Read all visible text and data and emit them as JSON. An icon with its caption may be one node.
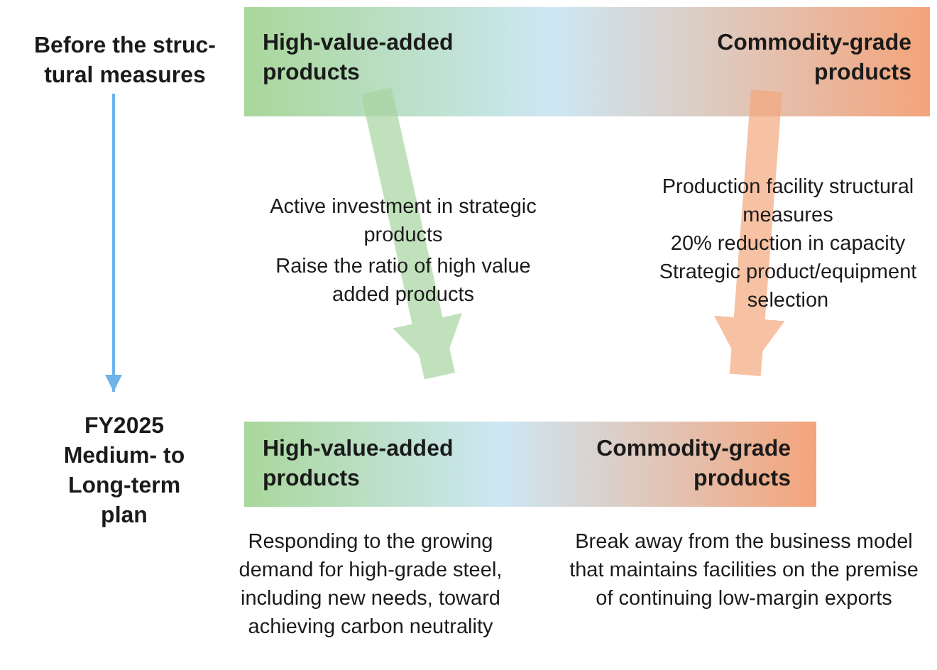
{
  "diagram": {
    "nodes": [
      {
        "text": [
          "Before the struc- tural measures"
        ]
      },
      {
        "text": [],
        "shape": "bar"
      },
      {
        "text": [
          "High-value-added products"
        ],
        "in": 1
      },
      {
        "text": [
          "Commodity-grade products"
        ],
        "in": 1
      },
      {
        "text": [
          "FY2025 Medium- to Long-term plan"
        ]
      },
      {
        "text": [],
        "shape": "bar"
      },
      {
        "text": [
          "High-value-added products"
        ],
        "in": 5
      },
      {
        "text": [
          "Commodity-grade products"
        ],
        "in": 5
      }
    ],
    "edges": [
      {
        "from": 0,
        "to": 4,
        "arrow": "to"
      },
      {
        "from": 2,
        "to": 6,
        "arrow": "to",
        "color": "#a8d5a0"
      },
      {
        "from": 3,
        "to": 7,
        "arrow": "to",
        "color": "#f5a77e"
      }
    ],
    "labels": [
      "Active investment in strategic products",
      "Raise the ratio of high value added products",
      "Production facility structural measures",
      "20% reduction in capacity",
      "Strategic product/equipment selection",
      "Responding to the growing demand for high-grade steel, including new needs, toward achieving carbon neutrality",
      "Break away from the business model that maintains facilities on the premise of continuing low-margin exports"
    ]
  }
}
